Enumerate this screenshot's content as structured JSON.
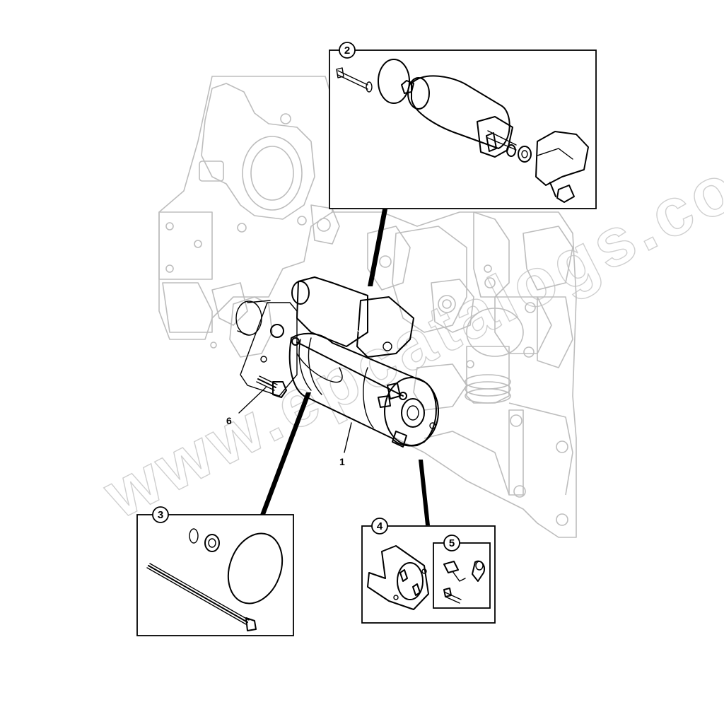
{
  "watermark": {
    "text": "www.epcatalogs.com"
  },
  "callouts": {
    "c1": "1",
    "c2": "2",
    "c3": "3",
    "c4": "4",
    "c5": "5",
    "c6": "6"
  },
  "colors": {
    "ink": "#000000",
    "engine_outline": "#bdbdbd",
    "watermark": "#cfcfcf",
    "background": "#ffffff"
  }
}
